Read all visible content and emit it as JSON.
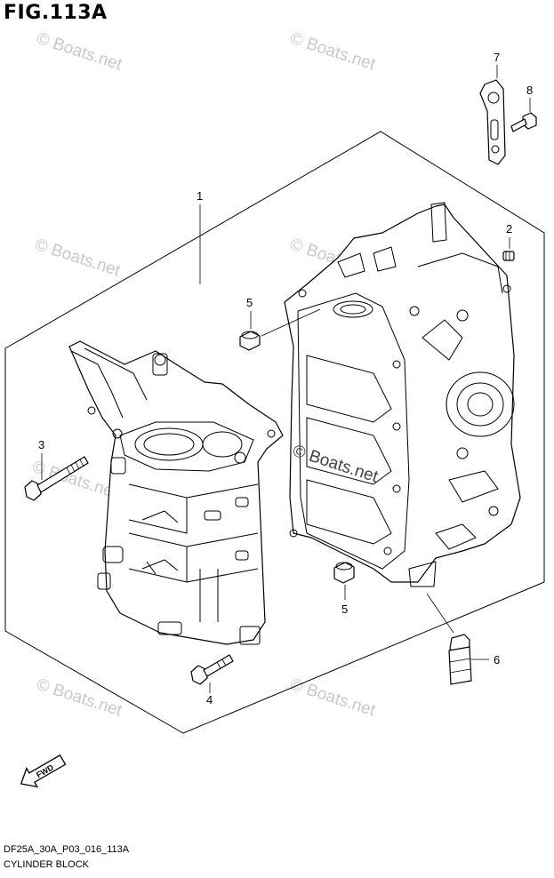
{
  "figure": {
    "title": "FIG.113A",
    "code": "DF25A_30A_P03_016_113A",
    "name": "CYLINDER BLOCK"
  },
  "callouts": [
    "1",
    "2",
    "3",
    "4",
    "5",
    "5",
    "6",
    "7",
    "8"
  ],
  "watermark": {
    "text": "© Boats.net",
    "color": "#c9c9c9"
  },
  "direction_tag": "FWD"
}
